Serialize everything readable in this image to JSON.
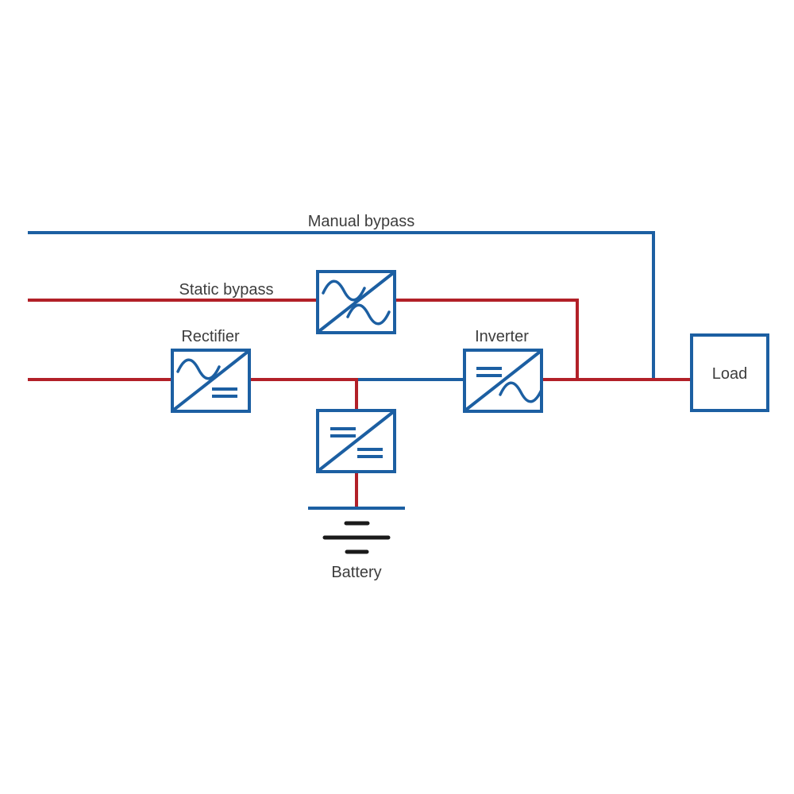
{
  "colors": {
    "line_blue": "#1c5fa2",
    "line_red": "#b22028",
    "label_text": "#3d3d3d",
    "battery_plate_black": "#1a1a1a",
    "background": "#ffffff"
  },
  "diagram": {
    "type": "ups-single-line-diagram",
    "labels": {
      "manual_bypass": "Manual bypass",
      "static_bypass": "Static bypass",
      "rectifier": "Rectifier",
      "inverter": "Inverter",
      "battery": "Battery",
      "load": "Load"
    },
    "icons": {
      "static_bypass_converter": "ac-ac-converter-icon",
      "rectifier_converter": "ac-dc-converter-icon",
      "inverter_converter": "dc-ac-converter-icon",
      "battery_charger_converter": "dc-dc-converter-icon",
      "battery": "battery-cells-icon"
    },
    "connections": [
      {
        "name": "manual-bypass-path",
        "color": "blue",
        "from": "source",
        "to": "load"
      },
      {
        "name": "static-bypass-path",
        "color": "red",
        "from": "source",
        "to": "load",
        "through": "ac-ac-converter"
      },
      {
        "name": "main-path",
        "from": "source",
        "to": "load",
        "through": "rectifier, dc-bus, inverter"
      },
      {
        "name": "battery-branch",
        "from": "dc-bus",
        "to": "battery",
        "through": "dc-dc-converter"
      }
    ]
  }
}
